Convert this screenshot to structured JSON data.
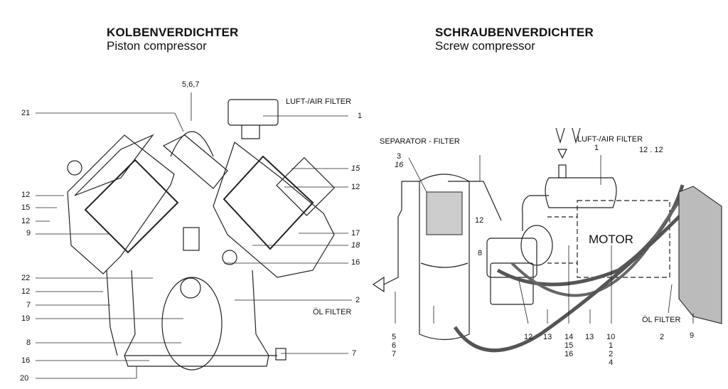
{
  "piston": {
    "heading": "KOLBENVERDICHTER",
    "subheading": "Piston compressor",
    "labels": [
      "21",
      "12",
      "15",
      "12",
      "9",
      "22",
      "12",
      "7",
      "19",
      "8",
      "16",
      "20",
      "5,6,7",
      "LUFT-/AIR FILTER",
      "1",
      "15",
      "12",
      "17",
      "18",
      "16",
      "2",
      "ÖL FILTER",
      "7"
    ]
  },
  "screw": {
    "heading": "SCHRAUBENVERDICHTER",
    "subheading": "Screw compressor",
    "labels": [
      "SEPARATOR - FILTER",
      "3",
      "16",
      "LUFT-/AIR FILTER",
      "1",
      "12 . 12",
      "12",
      "8",
      "MOTOR",
      "ÖL FILTER"
    ],
    "bottom_labels": [
      [
        "5",
        "6",
        "7"
      ],
      [
        "12"
      ],
      [
        "13"
      ],
      [
        "14",
        "15",
        "16"
      ],
      [
        "13"
      ],
      [
        "10",
        "1",
        "2",
        "4"
      ],
      [
        "2"
      ],
      [
        "9"
      ]
    ]
  }
}
